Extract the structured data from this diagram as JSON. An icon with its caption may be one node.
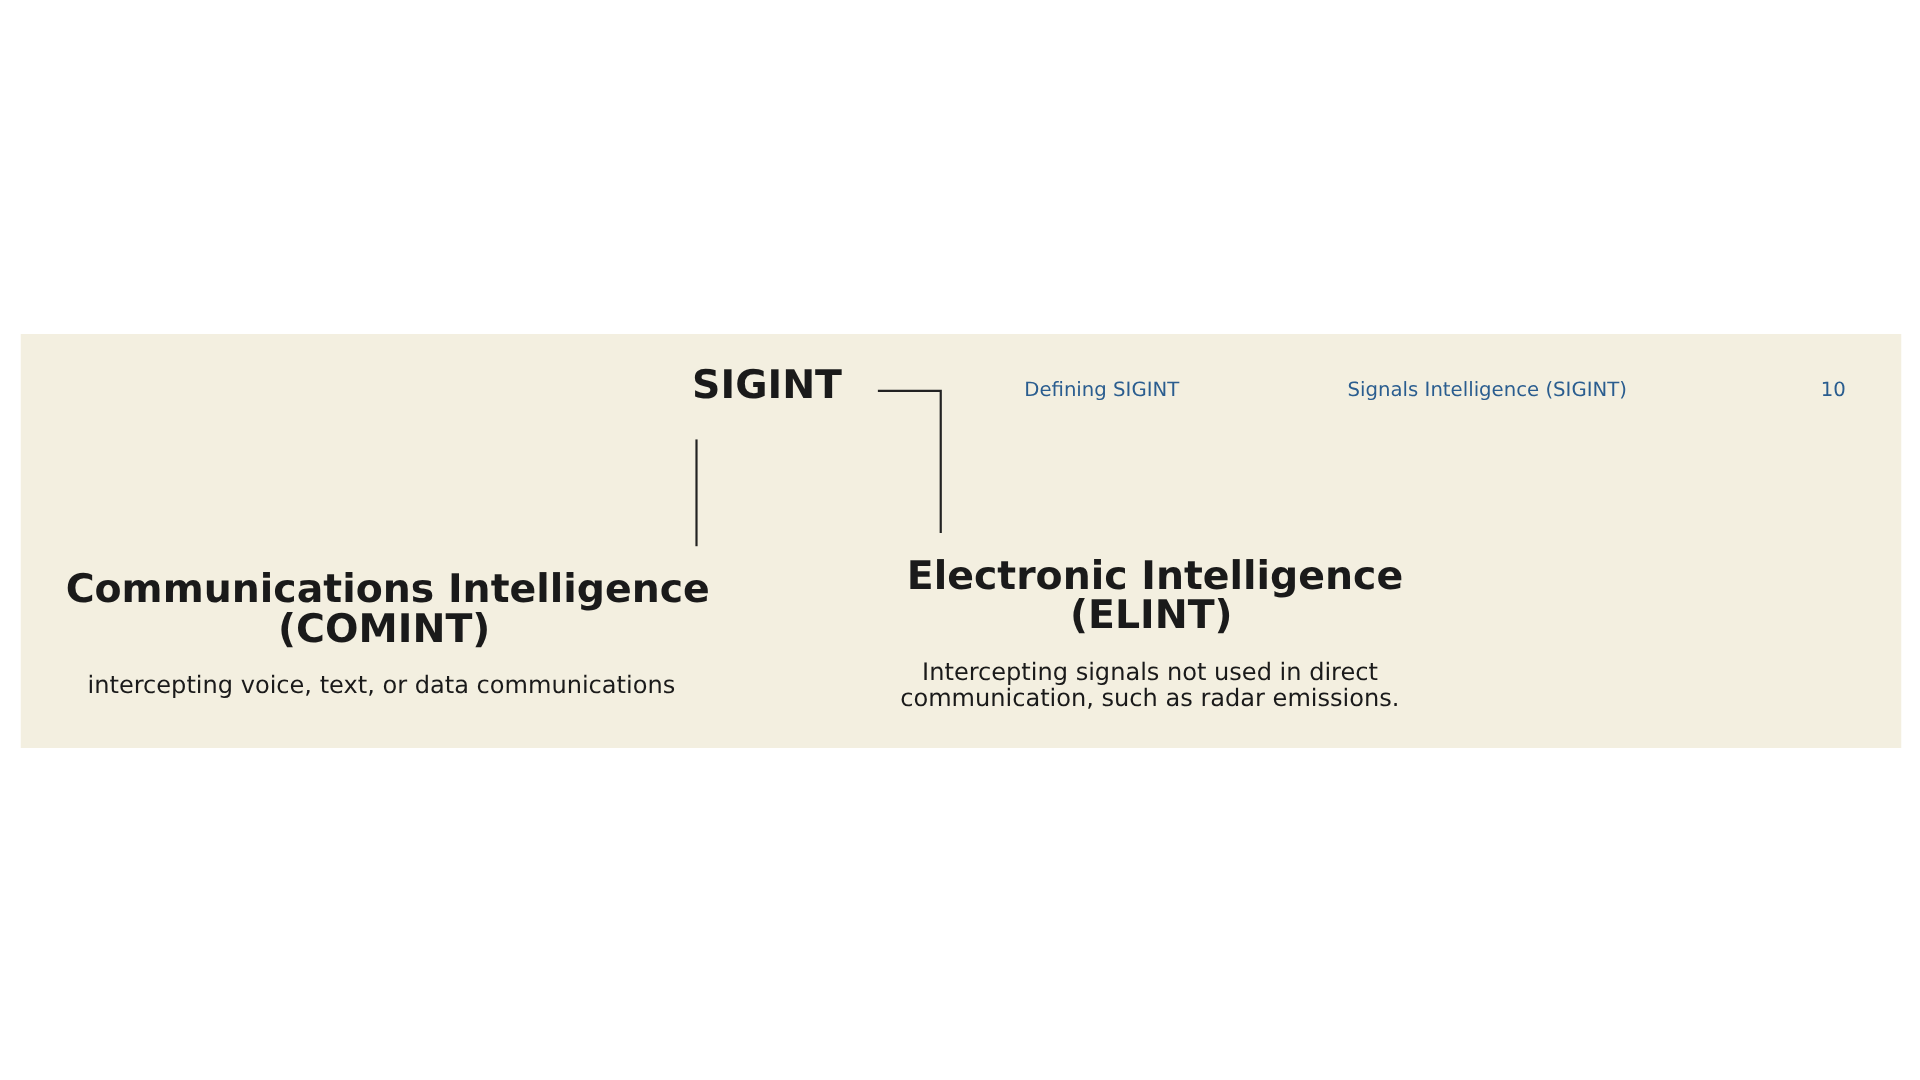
{
  "diagram": {
    "nodes": [
      {
        "text": [
          "SIGINT"
        ]
      },
      {
        "text": [
          "Communications Intelligence (COMINT)",
          "intercepting voice, text, or data communications"
        ]
      },
      {
        "text": [
          "Electronic Intelligence (ELINT)",
          "Intercepting signals not used in direct communication, such as radar emissions."
        ]
      }
    ],
    "edges": [
      {
        "from": 0,
        "to": 1,
        "arrow": "none"
      },
      {
        "from": 0,
        "to": 2,
        "arrow": "none"
      }
    ],
    "labels": [
      "Defining SIGINT",
      "Signals Intelligence (SIGINT)",
      "10"
    ]
  }
}
